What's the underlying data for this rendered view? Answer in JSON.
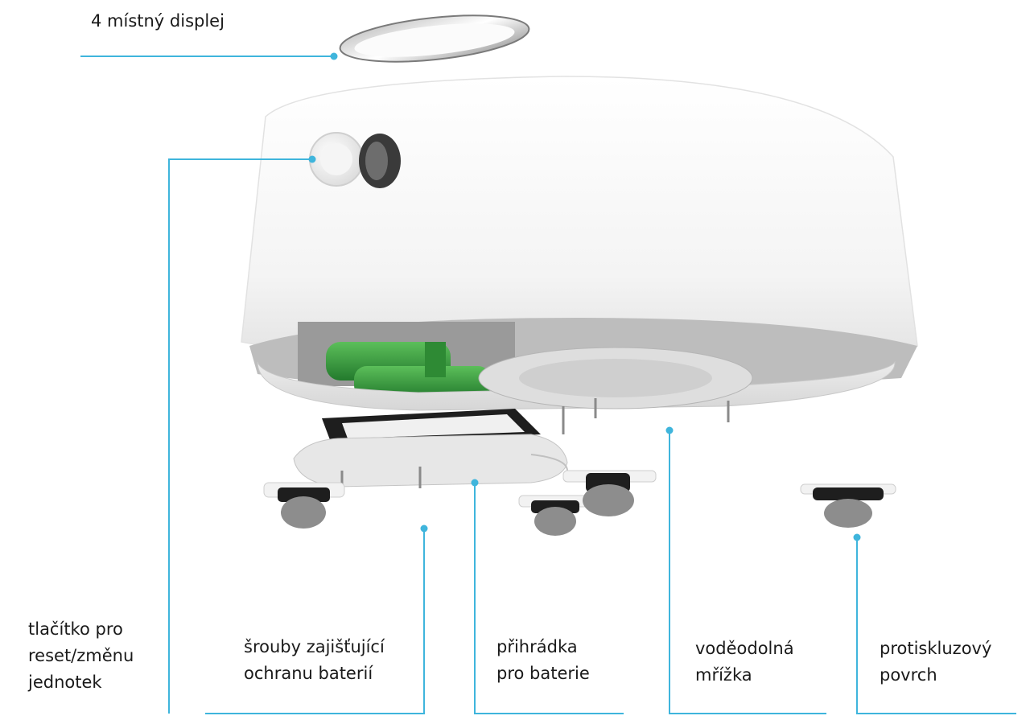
{
  "labels": {
    "display": "4 místný displej",
    "reset_button": [
      "tlačítko pro",
      "reset/změnu",
      "jednotek"
    ],
    "screws": [
      "šrouby zajišťující",
      "ochranu baterií"
    ],
    "battery_compartment": [
      "přihrádka",
      "pro baterie"
    ],
    "waterproof_grid": [
      "voděodolná",
      "mřížka"
    ],
    "antislip_surface": [
      "protiskluzový",
      "povrch"
    ]
  },
  "colors": {
    "leader_line": "#3fb5dc",
    "body": "#f6f6f6",
    "battery": "#2f9a3c",
    "seal": "#1e1e1e",
    "foot": "#8a8a8a"
  }
}
